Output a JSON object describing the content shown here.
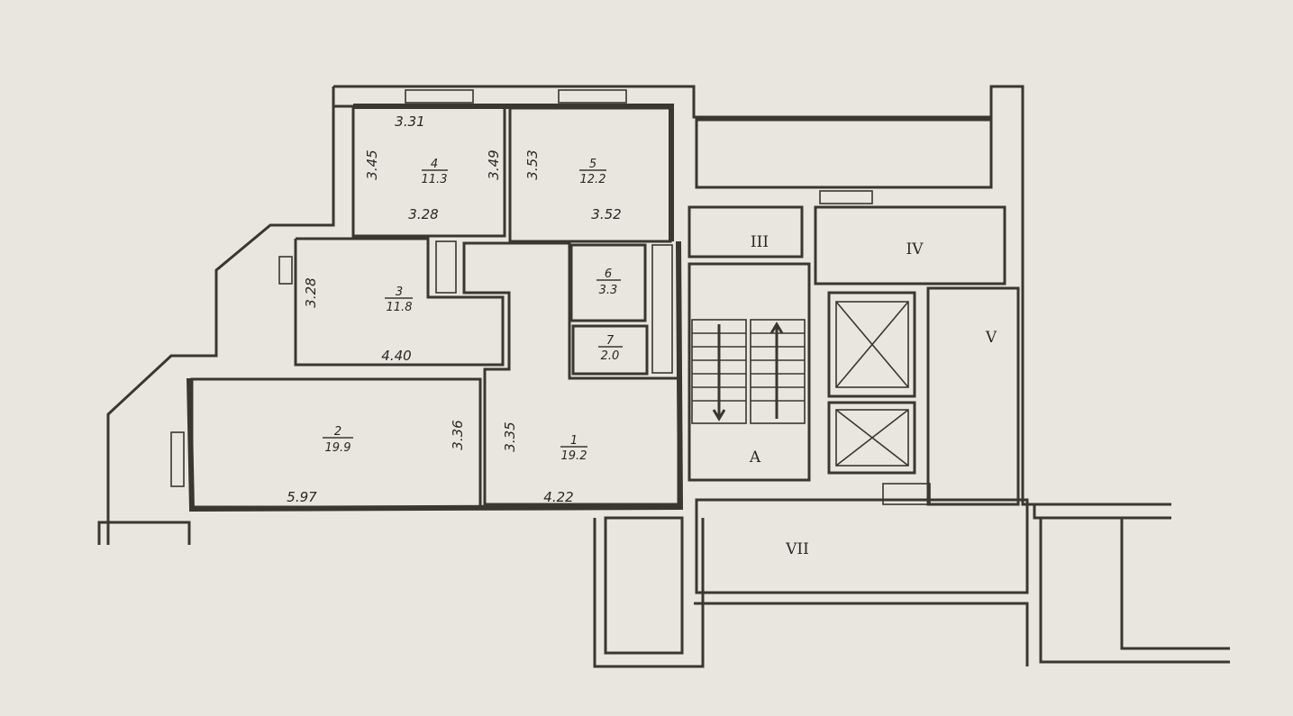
{
  "plan": {
    "rooms": [
      {
        "number": "1",
        "area": "19.2",
        "dims": [
          "3.35",
          "4.22"
        ]
      },
      {
        "number": "2",
        "area": "19.9",
        "dims": [
          "3.36",
          "5.97"
        ]
      },
      {
        "number": "3",
        "area": "11.8",
        "dims": [
          "3.28",
          "4.40"
        ]
      },
      {
        "number": "4",
        "area": "11.3",
        "dims": [
          "3.31",
          "3.45",
          "3.49",
          "3.28"
        ]
      },
      {
        "number": "5",
        "area": "12.2",
        "dims": [
          "3.53",
          "3.52"
        ]
      },
      {
        "number": "6",
        "area": "3.3"
      },
      {
        "number": "7",
        "area": "2.0"
      }
    ],
    "common_areas": [
      "III",
      "IV",
      "V",
      "A",
      "VII"
    ]
  }
}
